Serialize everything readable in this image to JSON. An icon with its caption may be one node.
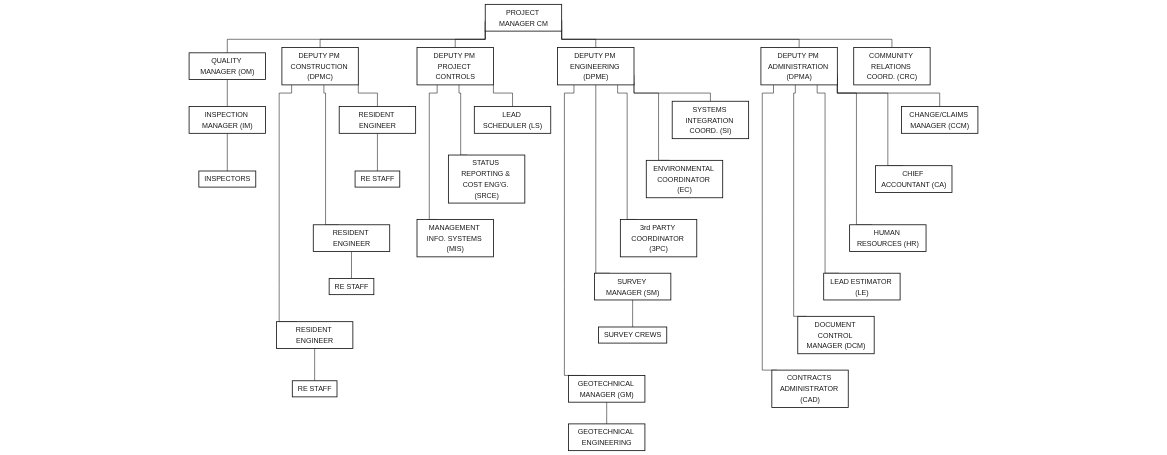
{
  "diagram": {
    "nodes": [
      {
        "text": [
          "PROJECT MANAGER CM"
        ]
      },
      {
        "text": [
          "QUALITY MANAGER (OM)"
        ]
      },
      {
        "text": [
          "DEPUTY PM CONSTRUCTION (DPMC)"
        ]
      },
      {
        "text": [
          "DEPUTY PM ENGINEERING (DPME)"
        ]
      },
      {
        "text": [
          "DEPUTY PM PROJECT CONTROLS"
        ]
      },
      {
        "text": [
          "DEPUTY PM ADMINISTRATION (DPMA)"
        ]
      },
      {
        "text": [
          "COMMUNITY RELATIONS COORD. (CRC)"
        ]
      },
      {
        "text": [
          "INSPECTION MANAGER (IM)"
        ]
      },
      {
        "text": [
          "INSPECTORS"
        ]
      },
      {
        "text": [
          "RESIDENT ENGINEER"
        ]
      },
      {
        "text": [
          "RE STAFF"
        ]
      },
      {
        "text": [
          "RESIDENT ENGINEER"
        ]
      },
      {
        "text": [
          "RE STAFF"
        ]
      },
      {
        "text": [
          "RESIDENT ENGINEER"
        ]
      },
      {
        "text": [
          "RE STAFF"
        ]
      },
      {
        "text": [
          "SYSTEMS INTEGRATION COORD. (SI)"
        ]
      },
      {
        "text": [
          "ENVIRONMENTAL COORDINATOR (EC)"
        ]
      },
      {
        "text": [
          "3rd PARTY COORDINATOR (3PC)"
        ]
      },
      {
        "text": [
          "SURVEY MANAGER (SM)"
        ]
      },
      {
        "text": [
          "SURVEY CREWS"
        ]
      },
      {
        "text": [
          "GEOTECHNICAL MANAGER (GM)"
        ]
      },
      {
        "text": [
          "GEOTECHNICAL ENGINEERING"
        ]
      },
      {
        "text": [
          "LEAD SCHEDULER (LS)"
        ]
      },
      {
        "text": [
          "STATUS REPORTING & COST ENG'G. (SRCE)"
        ]
      },
      {
        "text": [
          "MANAGEMENT INFO. SYSTEMS (MIS)"
        ]
      },
      {
        "text": [
          "CHANGE/CLAIMS MANAGER (CCM)"
        ]
      },
      {
        "text": [
          "CHIEF ACCOUNTANT (CA)"
        ]
      },
      {
        "text": [
          "HUMAN RESOURCES (HR)"
        ]
      },
      {
        "text": [
          "LEAD ESTIMATOR (LE)"
        ]
      },
      {
        "text": [
          "DOCUMENT CONTROL MANAGER (DCM)"
        ]
      },
      {
        "text": [
          "CONTRACTS ADMINISTRATOR (CAD)"
        ]
      }
    ],
    "edges": [
      {
        "from": 0,
        "to": 1,
        "arrow": "none"
      },
      {
        "from": 0,
        "to": 2,
        "arrow": "none"
      },
      {
        "from": 0,
        "to": 3,
        "arrow": "none"
      },
      {
        "from": 0,
        "to": 4,
        "arrow": "none"
      },
      {
        "from": 0,
        "to": 5,
        "arrow": "none"
      },
      {
        "from": 0,
        "to": 6,
        "arrow": "none"
      },
      {
        "from": 1,
        "to": 7,
        "arrow": "none"
      },
      {
        "from": 7,
        "to": 8,
        "arrow": "none"
      },
      {
        "from": 2,
        "to": 9,
        "arrow": "none"
      },
      {
        "from": 9,
        "to": 10,
        "arrow": "none"
      },
      {
        "from": 2,
        "to": 11,
        "arrow": "none"
      },
      {
        "from": 11,
        "to": 12,
        "arrow": "none"
      },
      {
        "from": 2,
        "to": 13,
        "arrow": "none"
      },
      {
        "from": 13,
        "to": 14,
        "arrow": "none"
      },
      {
        "from": 3,
        "to": 15,
        "arrow": "none"
      },
      {
        "from": 3,
        "to": 16,
        "arrow": "none"
      },
      {
        "from": 3,
        "to": 17,
        "arrow": "none"
      },
      {
        "from": 3,
        "to": 18,
        "arrow": "none"
      },
      {
        "from": 18,
        "to": 19,
        "arrow": "none"
      },
      {
        "from": 3,
        "to": 20,
        "arrow": "none"
      },
      {
        "from": 20,
        "to": 21,
        "arrow": "none"
      },
      {
        "from": 4,
        "to": 22,
        "arrow": "none"
      },
      {
        "from": 4,
        "to": 23,
        "arrow": "none"
      },
      {
        "from": 4,
        "to": 24,
        "arrow": "none"
      },
      {
        "from": 5,
        "to": 25,
        "arrow": "none"
      },
      {
        "from": 5,
        "to": 26,
        "arrow": "none"
      },
      {
        "from": 5,
        "to": 27,
        "arrow": "none"
      },
      {
        "from": 5,
        "to": 28,
        "arrow": "none"
      },
      {
        "from": 5,
        "to": 29,
        "arrow": "none"
      },
      {
        "from": 5,
        "to": 30,
        "arrow": "none"
      }
    ]
  }
}
